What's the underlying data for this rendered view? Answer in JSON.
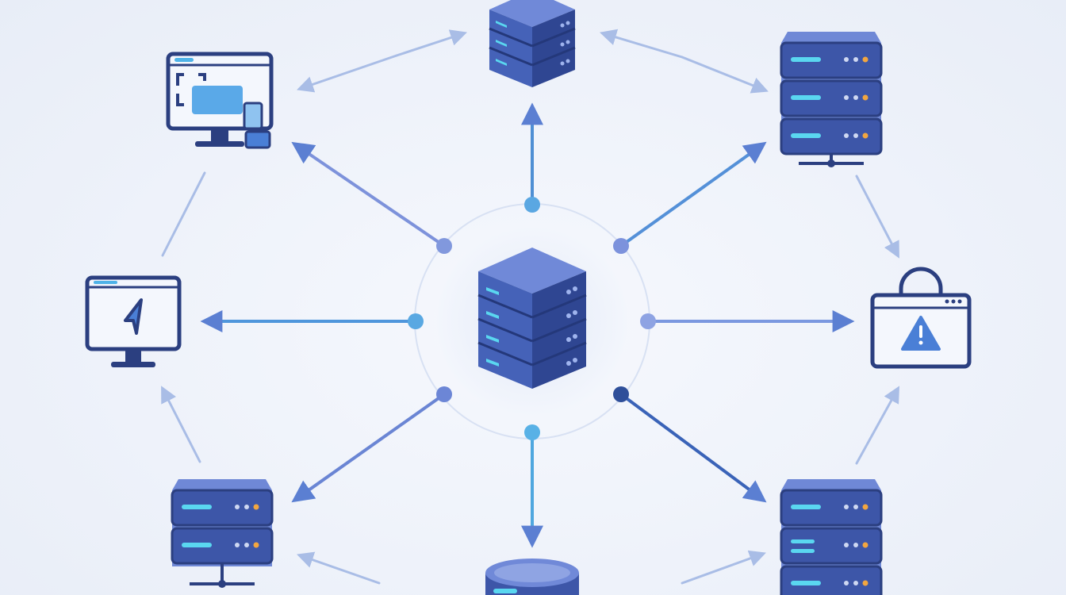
{
  "diagram": {
    "nodes": [
      {
        "id": "central-server",
        "kind": "server-cube"
      },
      {
        "id": "top-server",
        "kind": "server-cube"
      },
      {
        "id": "top-right-server",
        "kind": "server-rack"
      },
      {
        "id": "right-alert-window",
        "kind": "alert-window"
      },
      {
        "id": "bottom-right-server",
        "kind": "server-rack"
      },
      {
        "id": "bottom-database",
        "kind": "database"
      },
      {
        "id": "bottom-left-server",
        "kind": "server-rack"
      },
      {
        "id": "left-monitor",
        "kind": "monitor-cursor"
      },
      {
        "id": "top-left-monitor",
        "kind": "monitor-dashboard"
      }
    ],
    "hub_connections": [
      {
        "to": "top-server",
        "direction": "outward"
      },
      {
        "to": "top-right-server",
        "direction": "outward"
      },
      {
        "to": "right-alert-window",
        "direction": "outward"
      },
      {
        "to": "bottom-right-server",
        "direction": "outward"
      },
      {
        "to": "bottom-database",
        "direction": "outward"
      },
      {
        "to": "bottom-left-server",
        "direction": "outward"
      },
      {
        "to": "left-monitor",
        "direction": "outward"
      },
      {
        "to": "top-left-monitor",
        "direction": "outward"
      }
    ],
    "ring_connections": [
      {
        "from": "top-server",
        "to": "top-left-monitor"
      },
      {
        "from": "top-server",
        "to": "top-right-server"
      },
      {
        "from": "top-right-server",
        "to": "right-alert-window"
      },
      {
        "from": "bottom-right-server",
        "to": "right-alert-window"
      },
      {
        "from": "bottom-database",
        "to": "bottom-right-server"
      },
      {
        "from": "bottom-database",
        "to": "bottom-left-server"
      },
      {
        "from": "bottom-left-server",
        "to": "left-monitor"
      },
      {
        "from": "left-monitor",
        "to": "top-left-monitor"
      }
    ],
    "colors": {
      "navy": "#2b3f80",
      "indigo": "#3d56a8",
      "mid_blue": "#4a66c0",
      "light_blue": "#6f8fdb",
      "sky": "#4fb3e8",
      "cyan": "#5ad7f0",
      "orange": "#f2a640",
      "line_blue": "#5b7fd2",
      "line_light": "#a9bde6",
      "halo": "#e6ecf8"
    }
  }
}
